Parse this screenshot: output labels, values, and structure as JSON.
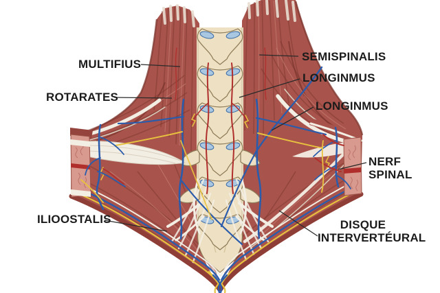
{
  "figure": {
    "alt": "Illustration of deep back muscles on a vertebral column, posterior view"
  },
  "labels": {
    "multifidus": "MULTIFIUS",
    "rotatores": "ROTARATES",
    "iliocostalis": "ILIOOSTALIS",
    "semispinalis": "SEMISPINALIS",
    "longissimus_upper": "LONGINMUS",
    "longissimus_lower": "LONGINMUS",
    "nerf_1": "NERF",
    "nerf_2": "SPINAL",
    "disque_1": "DISQUE",
    "disque_2": "INTERVERTÉURAL"
  },
  "colors": {
    "background": "#ffffff",
    "label_text": "#1b1b1b",
    "leader": "#2a2a2a",
    "muscle": "#a8544c",
    "muscle_mid": "#94443c",
    "muscle_dark": "#7c352e",
    "muscle_light": "#cc8478",
    "muscle_pale": "#d89a8e",
    "muscle_edge": "#8e3e36",
    "block_vein": "#b5685f",
    "bone": "#ede0c3",
    "bone_outline": "#8d7a56",
    "bone_shadow": "#d6c49c",
    "facet": "#aac7e2",
    "facet_outline": "#3e6da6",
    "artery": "#b02f2c",
    "vein": "#2b5cab",
    "nerve": "#e8c23e",
    "tendon": "#f3eee4",
    "tendon_shade": "#d9cfbf",
    "tip": "#e9ded2"
  }
}
